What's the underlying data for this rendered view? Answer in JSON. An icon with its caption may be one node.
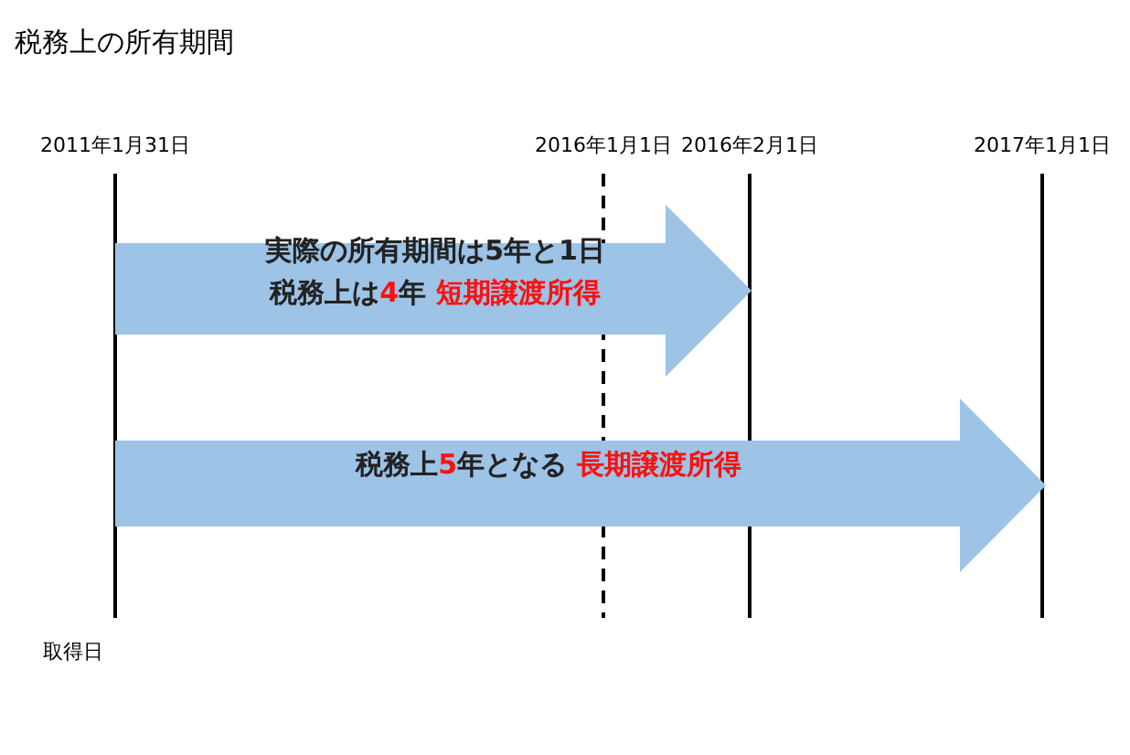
{
  "diagram": {
    "title": "税務上の所有期間",
    "nodes": [
      {
        "text": [
          "実際の所有期間は5年と1日",
          "税務上は**4**年 **短期譲渡所得**"
        ]
      },
      {
        "text": [
          "税務上**5**年となる **長期譲渡所得**"
        ]
      }
    ],
    "edges": [],
    "labels": [
      "2011年1月31日",
      "2016年1月1日",
      "2016年2月1日",
      "2017年1月1日",
      "取得日"
    ]
  }
}
